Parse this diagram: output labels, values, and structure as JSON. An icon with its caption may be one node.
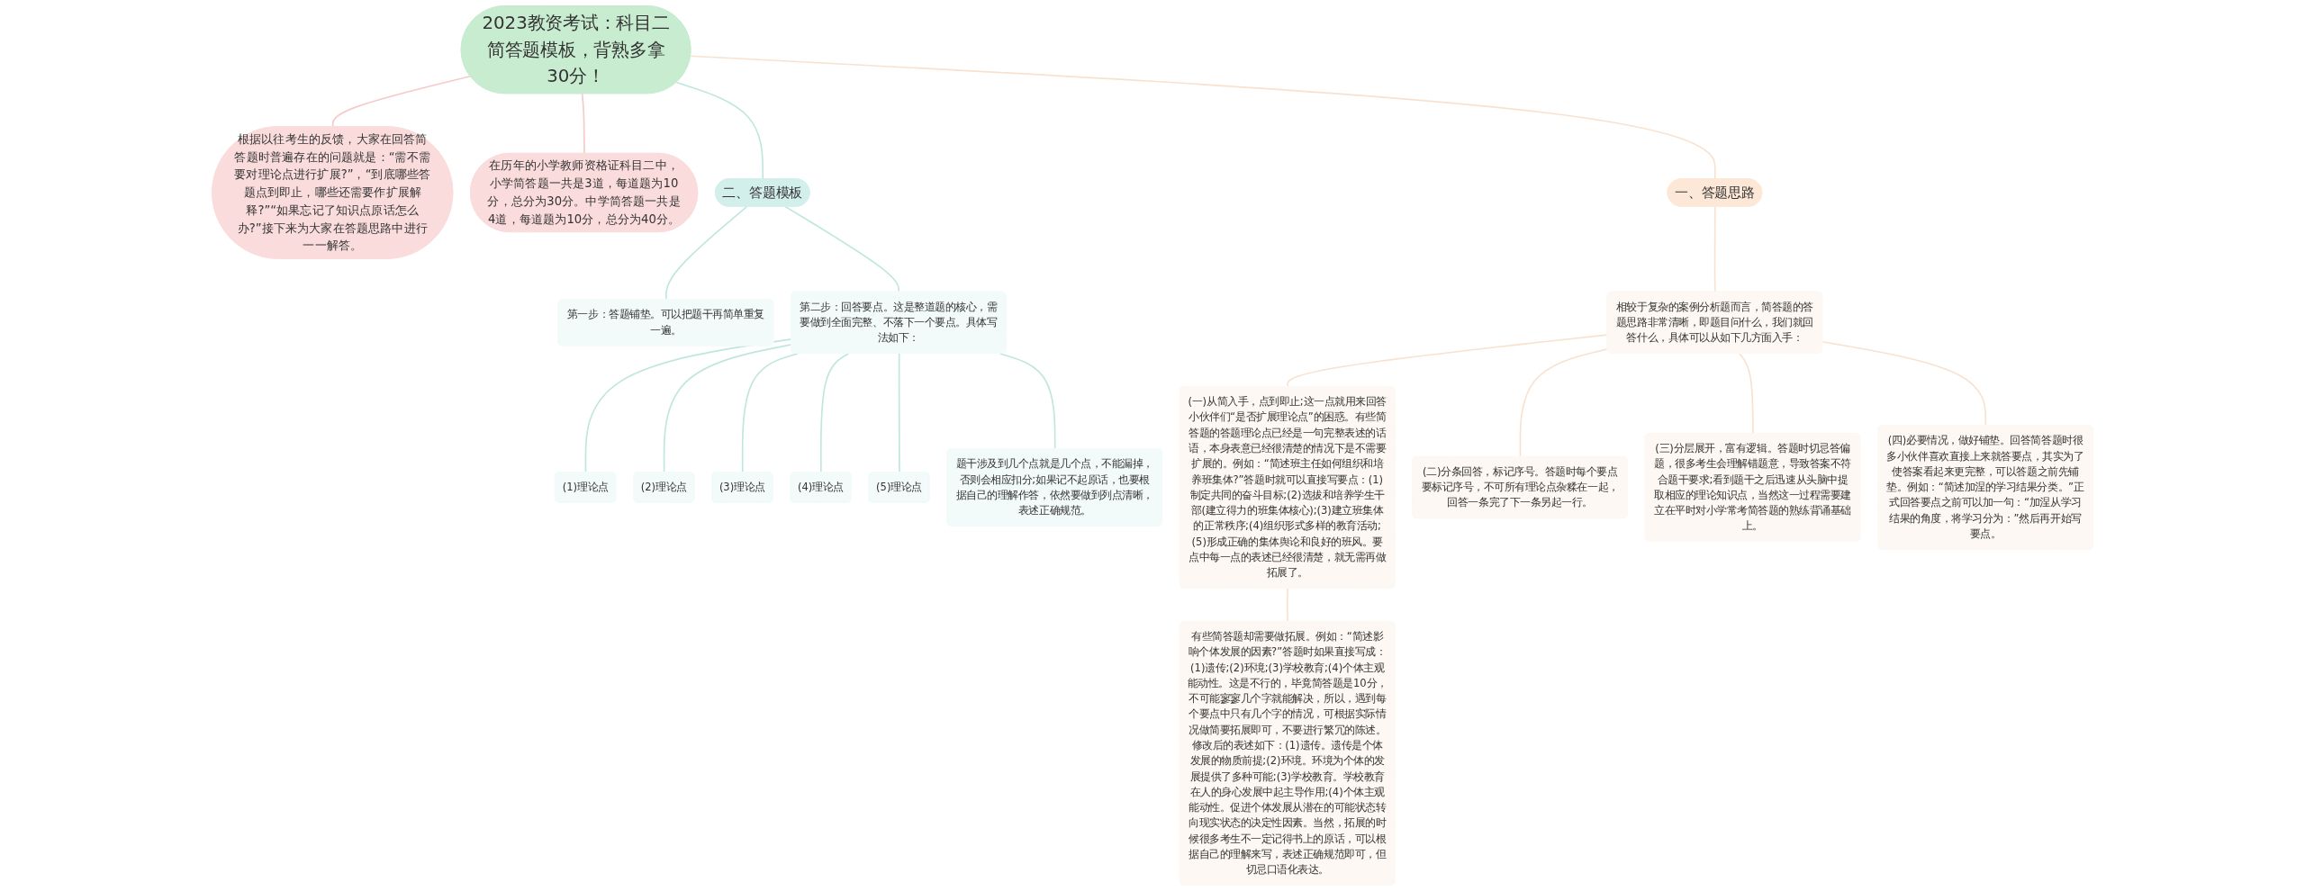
{
  "diagram": {
    "nodes": [
      {
        "text": [
          "2023教资考试：科目二简答题模板，背熟多拿30分！"
        ]
      },
      {
        "text": [
          "根据以往考生的反馈，大家在回答简答题时普遍存在的问题就是：“需不需要对理论点进行扩展?”，“到底哪些答题点到即止，哪些还需要作扩展解释?”“如果忘记了知识点原话怎么办?”接下来为大家在答题思路中进行一一解答。"
        ]
      },
      {
        "text": [
          "在历年的小学教师资格证科目二中，小学简答题一共是3道，每道题为10分，总分为30分。中学简答题一共是4道，每道题为10分，总分为40分。"
        ]
      },
      {
        "text": [
          "二、答题模板"
        ]
      },
      {
        "text": [
          "第一步：答题铺垫。可以把题干再简单重复一遍。"
        ]
      },
      {
        "text": [
          "第二步：回答要点。这是整道题的核心，需要做到全面完整、不落下一个要点。具体写法如下："
        ]
      },
      {
        "text": [
          "(1)理论点"
        ]
      },
      {
        "text": [
          "(2)理论点"
        ]
      },
      {
        "text": [
          "(3)理论点"
        ]
      },
      {
        "text": [
          "(4)理论点"
        ]
      },
      {
        "text": [
          "(5)理论点"
        ]
      },
      {
        "text": [
          "题干涉及到几个点就是几个点，不能漏掉，否则会相应扣分;如果记不起原话，也要根据自己的理解作答，依然要做到列点清晰，表述正确规范。"
        ]
      },
      {
        "text": [
          "一、答题思路"
        ]
      },
      {
        "text": [
          "相较于复杂的案例分析题而言，简答题的答题思路非常清晰，即题目问什么，我们就回答什么，具体可以从如下几方面入手："
        ]
      },
      {
        "text": [
          "(一)从简入手，点到即止;这一点就用来回答小伙伴们“是否扩展理论点”的困惑。有些简答题的答题理论点已经是一句完整表述的话语，本身表意已经很清楚的情况下是不需要扩展的。例如：“简述班主任如何组织和培养班集体?”答题时就可以直接写要点：(1)制定共同的奋斗目标;(2)选拔和培养学生干部(建立得力的班集体核心);(3)建立班集体的正常秩序;(4)组织形式多样的教育活动;(5)形成正确的集体舆论和良好的班风。要点中每一点的表述已经很清楚，就无需再做拓展了。"
        ]
      },
      {
        "text": [
          "有些简答题却需要做拓展。例如：“简述影响个体发展的因素?”答题时如果直接写成：(1)遗传;(2)环境;(3)学校教育;(4)个体主观能动性。这是不行的，毕竟简答题是10分，不可能寥寥几个字就能解决，所以，遇到每个要点中只有几个字的情况，可根据实际情况做简要拓展即可，不要进行繁冗的陈述。修改后的表述如下：(1)遗传。遗传是个体发展的物质前提;(2)环境。环境为个体的发展提供了多种可能;(3)学校教育。学校教育在人的身心发展中起主导作用;(4)个体主观能动性。促进个体发展从潜在的可能状态转向现实状态的决定性因素。当然，拓展的时候很多考生不一定记得书上的原话，可以根据自己的理解来写，表述正确规范即可，但切忌口语化表达。"
        ]
      },
      {
        "text": [
          "(二)分条回答，标记序号。答题时每个要点要标记序号，不可所有理论点杂糅在一起，回答一条完了下一条另起一行。"
        ]
      },
      {
        "text": [
          "(三)分层展开，富有逻辑。答题时切忌答偏题，很多考生会理解错题意，导致答案不符合题干要求;看到题干之后迅速从头脑中提取相应的理论知识点，当然这一过程需要建立在平时对小学常考简答题的熟练背诵基础上。"
        ]
      },
      {
        "text": [
          "(四)必要情况，做好铺垫。回答简答题时很多小伙伴喜欢直接上来就答要点，其实为了使答案看起来更完整，可以答题之前先铺垫。例如：“简述加涅的学习结果分类。”正式回答要点之前可以加一句：“加涅从学习结果的角度，将学习分为：”然后再开始写要点。"
        ]
      }
    ],
    "edges": [
      {
        "from": 0,
        "to": 1,
        "arrow": "none",
        "color": "#f6c9c9"
      },
      {
        "from": 0,
        "to": 2,
        "arrow": "none",
        "color": "#f6c9c9"
      },
      {
        "from": 0,
        "to": 3,
        "arrow": "none"
      },
      {
        "from": 3,
        "to": 4,
        "arrow": "none"
      },
      {
        "from": 3,
        "to": 5,
        "arrow": "none"
      },
      {
        "from": 5,
        "to": 6,
        "arrow": "none"
      },
      {
        "from": 5,
        "to": 7,
        "arrow": "none"
      },
      {
        "from": 5,
        "to": 8,
        "arrow": "none"
      },
      {
        "from": 5,
        "to": 9,
        "arrow": "none"
      },
      {
        "from": 5,
        "to": 10,
        "arrow": "none"
      },
      {
        "from": 5,
        "to": 11,
        "arrow": "none"
      },
      {
        "from": 0,
        "to": 12,
        "arrow": "none",
        "color": "#f8e2cf"
      },
      {
        "from": 12,
        "to": 13,
        "arrow": "none",
        "color": "#f8e2cf"
      },
      {
        "from": 13,
        "to": 14,
        "arrow": "none",
        "color": "#f8e2cf"
      },
      {
        "from": 14,
        "to": 15,
        "arrow": "none",
        "color": "#f8e2cf"
      },
      {
        "from": 13,
        "to": 16,
        "arrow": "none",
        "color": "#f8e2cf"
      },
      {
        "from": 13,
        "to": 17,
        "arrow": "none",
        "color": "#f8e2cf"
      },
      {
        "from": 13,
        "to": 18,
        "arrow": "none",
        "color": "#f8e2cf"
      }
    ]
  }
}
